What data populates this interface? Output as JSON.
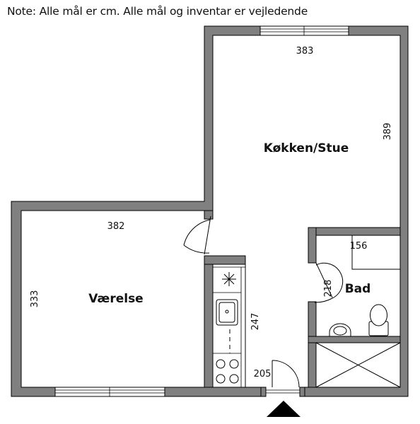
{
  "note": "Note: Alle mål er cm. Alle mål og inventar er vejledende",
  "rooms": {
    "kitchen_living": "Køkken/Stue",
    "bedroom": "Værelse",
    "bathroom": "Bad"
  },
  "dimensions": {
    "kitchen_width": "383",
    "kitchen_depth": "389",
    "bedroom_width": "382",
    "bedroom_depth": "333",
    "bath_width": "156",
    "bath_depth": "218",
    "kitchen_unit_length": "247",
    "entrance_width": "205"
  },
  "colors": {
    "wall": "#808080",
    "outline": "#000000",
    "background": "#ffffff"
  }
}
